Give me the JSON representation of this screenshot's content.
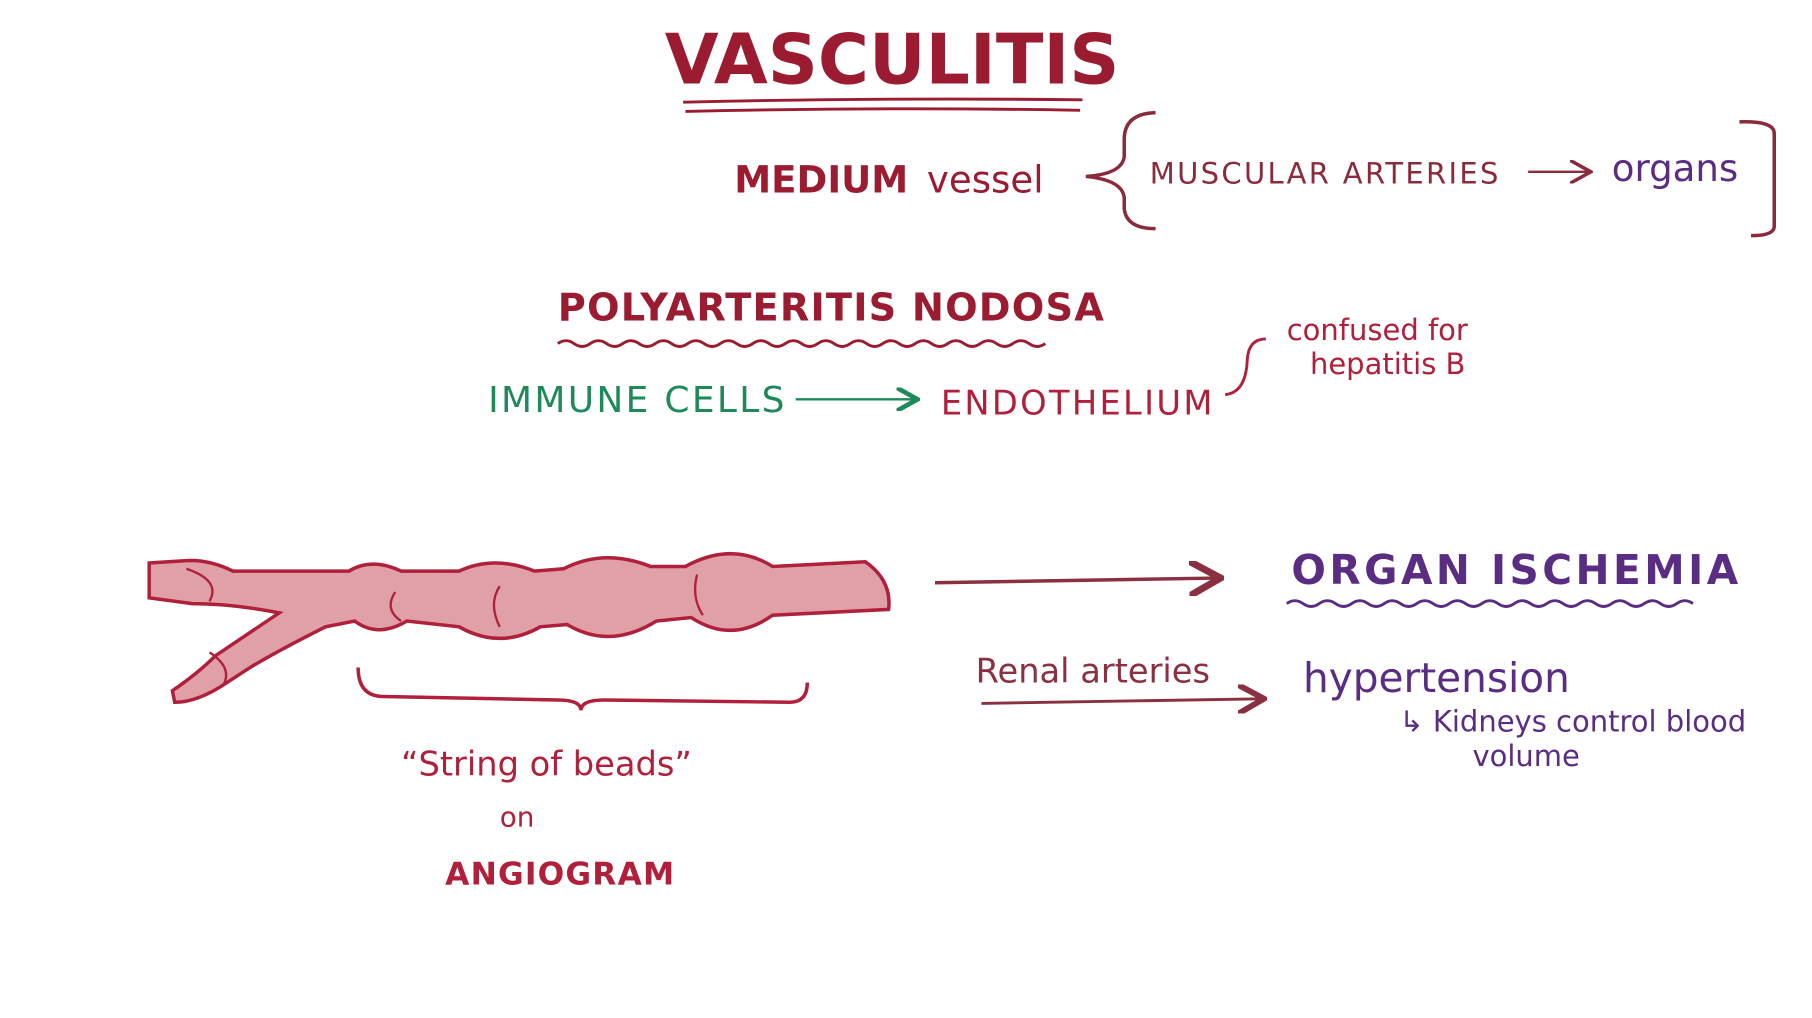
{
  "title": "VASCULITIS",
  "colors": {
    "dark_red": "#9b1b30",
    "red": "#b0203a",
    "maroon": "#8a3040",
    "purple": "#5a2d82",
    "green": "#1e8a5a",
    "vessel_fill": "#e0a0a8"
  },
  "medium_vessel": {
    "label_bold": "MEDIUM",
    "label_regular": "vessel",
    "detail": "MUSCULAR ARTERIES",
    "target": "organs"
  },
  "disease": {
    "name": "POLYARTERITIS NODOSA",
    "cause": "IMMUNE CELLS",
    "target": "ENDOTHELIUM",
    "note_line1": "confused for",
    "note_line2": "hepatitis B"
  },
  "angiogram": {
    "line1": "“String of beads”",
    "line2": "on",
    "line3": "ANGIOGRAM"
  },
  "outcome": {
    "title": "ORGAN ISCHEMIA",
    "renal_label": "Renal arteries",
    "result": "hypertension",
    "note_line1": "↳ Kidneys control blood",
    "note_line2": "volume"
  }
}
